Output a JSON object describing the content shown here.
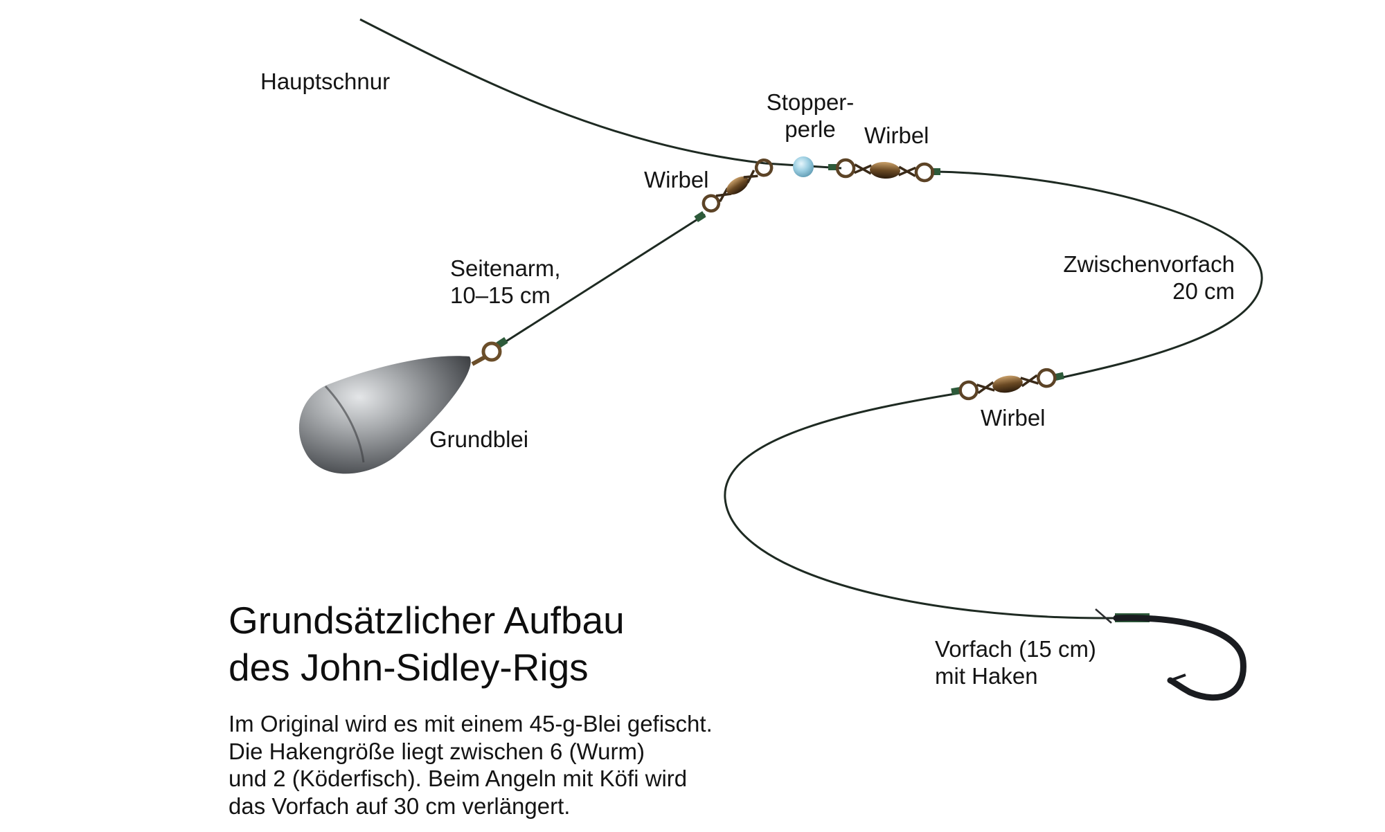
{
  "labels": {
    "hauptschnur": "Hauptschnur",
    "stopperperle_line1": "Stopper-",
    "stopperperle_line2": "perle",
    "wirbel_top_right": "Wirbel",
    "wirbel_top_left": "Wirbel",
    "seitenarm_line1": "Seitenarm,",
    "seitenarm_line2": "10–15 cm",
    "zwischenvorfach_line1": "Zwischenvorfach",
    "zwischenvorfach_line2": "20 cm",
    "grundblei": "Grundblei",
    "wirbel_bottom": "Wirbel",
    "vorfach_line1": "Vorfach (15 cm)",
    "vorfach_line2": "mit Haken"
  },
  "title": {
    "line1": "Grundsätzlicher Aufbau",
    "line2": "des John-Sidley-Rigs"
  },
  "description": {
    "line1": "Im Original wird es mit einem 45-g-Blei gefischt.",
    "line2": "Die Hakengröße liegt zwischen 6 (Wurm)",
    "line3": "und 2 (Köderfisch). Beim Angeln mit Köfi wird",
    "line4": "das Vorfach auf 30 cm verlängert."
  },
  "colors": {
    "line": "#1e2a22",
    "sleeve": "#2d5a3a",
    "bead": "#8fc4d8",
    "swivel_brass": "#7a5a30",
    "lead": "#8a8d90",
    "hook": "#1a1c20"
  }
}
